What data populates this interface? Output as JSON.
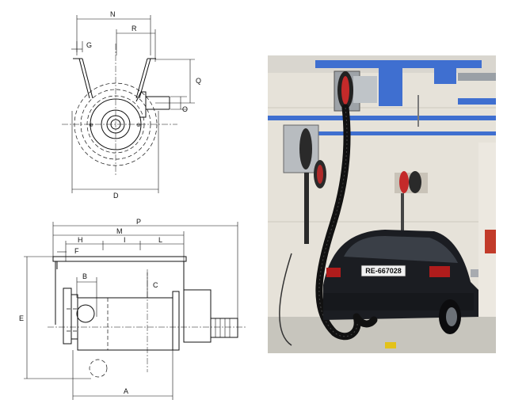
{
  "top_view": {
    "labels": {
      "n": "N",
      "r": "R",
      "g": "G",
      "q": "Q",
      "o": "O",
      "d": "D"
    }
  },
  "front_view": {
    "labels": {
      "p": "P",
      "m": "M",
      "h": "H",
      "i": "I",
      "l": "L",
      "f": "F",
      "b": "B",
      "c": "C",
      "e": "E",
      "a": "A"
    }
  },
  "photo": {
    "plate_text": "RE-667028",
    "colors": {
      "wall": "#e6e2d9",
      "ceiling": "#d9d6cf",
      "rail_blue": "#3f6fd0",
      "car_body": "#1b1d22",
      "hose": "#111111",
      "floor": "#c7c5bd"
    }
  }
}
